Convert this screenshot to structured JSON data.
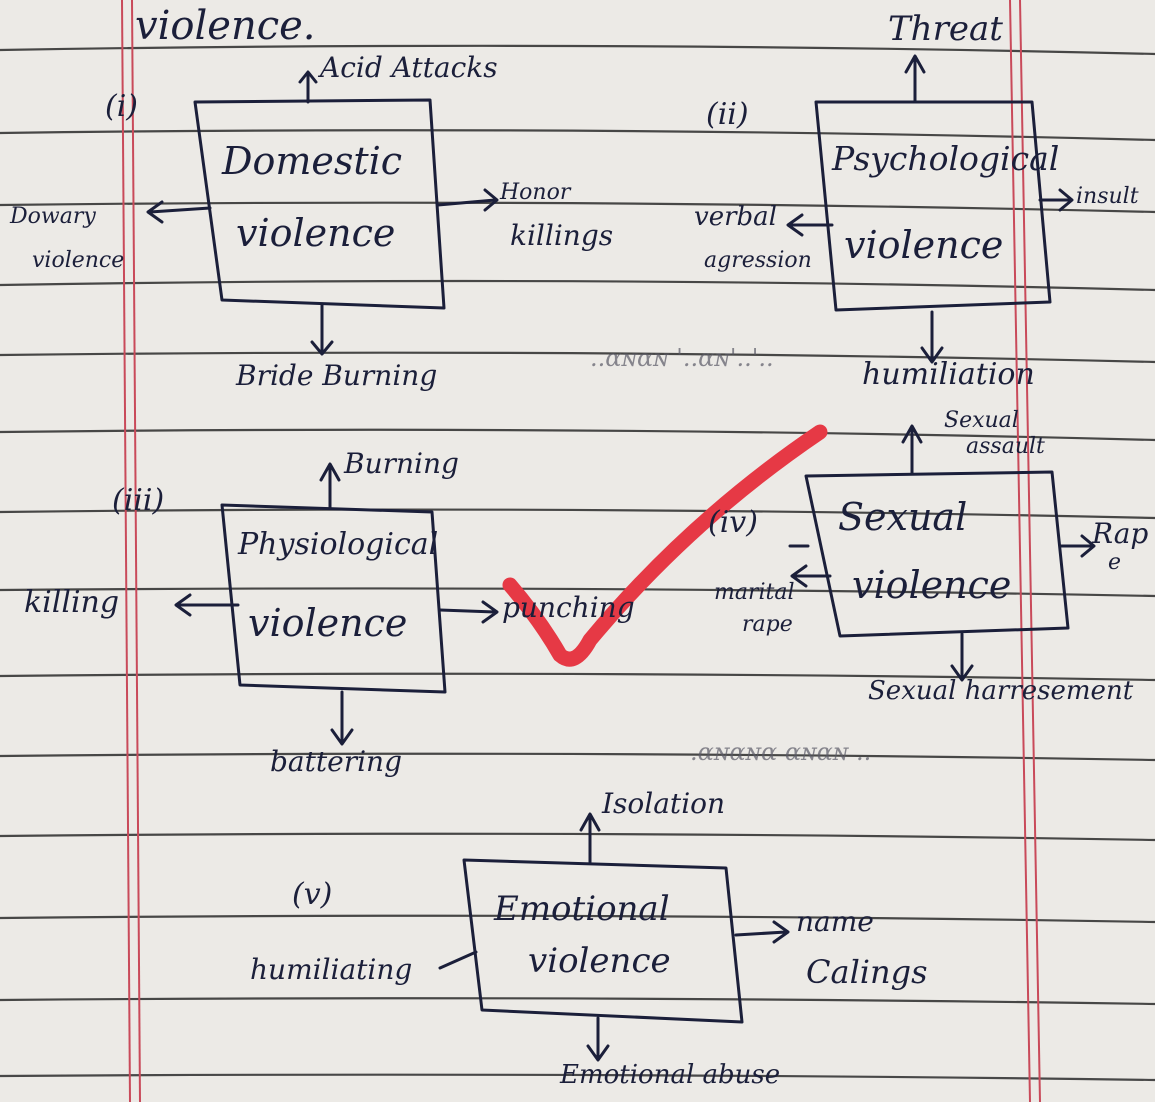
{
  "heading": "violence.",
  "colors": {
    "ink": "#1b1f3a",
    "margin_line": "#c94a5a",
    "rule_line": "#2b2b2b",
    "check_mark": "#e63945",
    "paper": "#eceae6"
  },
  "check_mark_icon": "red-check-mark-icon",
  "groups": [
    {
      "number": "(i)",
      "box": [
        "Domestic",
        "violence"
      ],
      "branches": {
        "up": "Acid Attacks",
        "right": [
          "Honor",
          "killings"
        ],
        "left": [
          "Dowary",
          "violence"
        ],
        "down": "Bride Burning"
      }
    },
    {
      "number": "(ii)",
      "box": [
        "Psychological",
        "violence"
      ],
      "branches": {
        "up": "Threat",
        "right": "insult",
        "left": [
          "verbal",
          "agression"
        ],
        "down": "humiliation"
      }
    },
    {
      "number": "(iii)",
      "box": [
        "Physiological",
        "violence"
      ],
      "branches": {
        "up": "Burning",
        "right": "punching",
        "left": "killing",
        "down": "battering"
      }
    },
    {
      "number": "(iv)",
      "box": [
        "Sexual",
        "violence"
      ],
      "branches": {
        "up": [
          "Sexual",
          "assault"
        ],
        "right": [
          "Rap",
          "e"
        ],
        "left": [
          "marital",
          "rape"
        ],
        "down": "Sexual harresement"
      }
    },
    {
      "number": "(v)",
      "box": [
        "Emotional",
        "violence"
      ],
      "branches": {
        "up": "Isolation",
        "right": [
          "name",
          "Calings"
        ],
        "left": "humiliating",
        "down": "Emotional abuse"
      }
    }
  ],
  "smudges": [
    "..ɑɴɑɴ '..ɑɴ'..'..",
    ".ɑɴɑɴɑ  ɑɴɑɴ .."
  ]
}
